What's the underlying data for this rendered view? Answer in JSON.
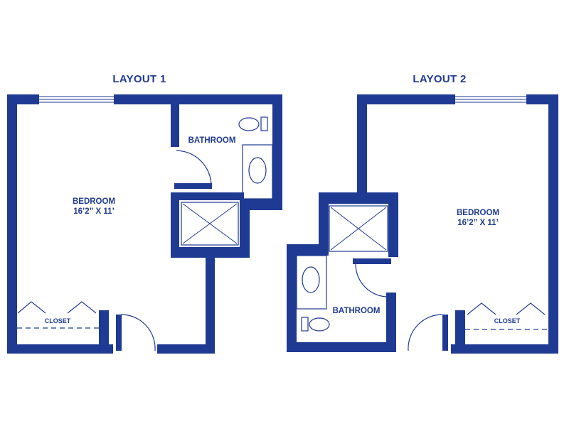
{
  "colors": {
    "wall": "#1f3a93",
    "background": "#ffffff"
  },
  "layout1": {
    "title": "LAYOUT 1",
    "bedroom_label": "BEDROOM",
    "bedroom_size": "16’2” X 11’",
    "bathroom_label": "BATHROOM",
    "closet_label": "CLOSET"
  },
  "layout2": {
    "title": "LAYOUT 2",
    "bedroom_label": "BEDROOM",
    "bedroom_size": "16’2” X 11’",
    "bathroom_label": "BATHROOM",
    "closet_label": "CLOSET"
  }
}
